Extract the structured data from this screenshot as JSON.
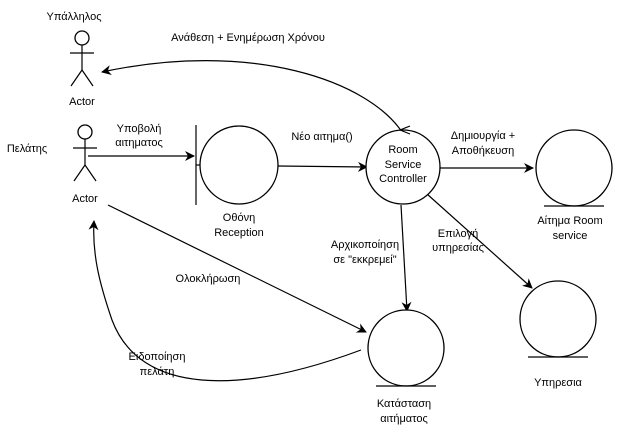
{
  "actors": {
    "employee": {
      "role": "Υπάλληλος",
      "label": "Actor"
    },
    "customer": {
      "role": "Πελάτης",
      "label": "Actor"
    }
  },
  "nodes": {
    "reception_screen": {
      "kind": "boundary",
      "label_line1": "Οθόνη",
      "label_line2": "Reception"
    },
    "room_service_controller": {
      "kind": "control",
      "label_line1": "Room",
      "label_line2": "Service",
      "label_line3": "Controller"
    },
    "room_service_request": {
      "kind": "entity",
      "label_line1": "Αίτημα Room",
      "label_line2": "service"
    },
    "service": {
      "kind": "entity",
      "label": "Υπηρεσια"
    },
    "request_status": {
      "kind": "entity",
      "label_line1": "Κατάσταση",
      "label_line2": "αιτήματος"
    }
  },
  "edges": {
    "assign_update": {
      "label": "Ανάθεση + Ενημέρωση Χρόνου"
    },
    "submit_request": {
      "label_line1": "Υποβολή",
      "label_line2": "αιτηματος"
    },
    "new_request": {
      "label": "Νέο αιτημα()"
    },
    "create_store": {
      "label_line1": "Δημιουργία +",
      "label_line2": "Αποθήκευση"
    },
    "select_service": {
      "label_line1": "Επιλογή",
      "label_line2": "υπηρεσίας"
    },
    "init_pending": {
      "label_line1": "Αρχικοποίηση",
      "label_line2": "σε \"εκκρεμεί\""
    },
    "completion": {
      "label": "Ολοκλήρωση"
    },
    "notify_customer": {
      "label_line1": "Ειδοποίηση",
      "label_line2": "πελάτη"
    }
  }
}
